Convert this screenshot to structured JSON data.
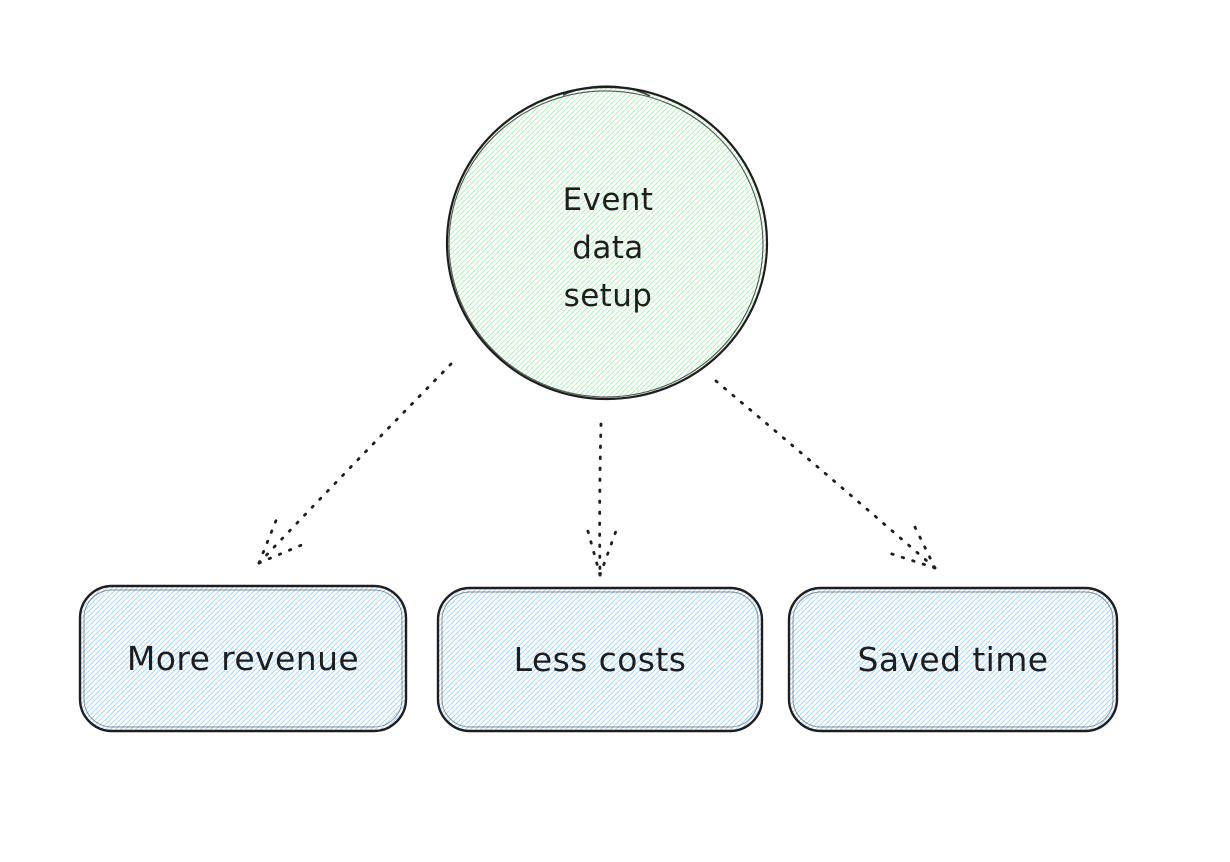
{
  "page": {
    "background_color": "#ffffff",
    "style": "hand-drawn-whiteboard"
  },
  "diagram": {
    "type": "flowchart",
    "root": {
      "id": "event-data-setup",
      "label": "Event\ndata\nsetup",
      "shape": "circle",
      "fill_style": "hachure",
      "fill_color": "#b2f2bb",
      "stroke_color": "#1e1e1e"
    },
    "children": [
      {
        "id": "more-revenue",
        "label": "More revenue",
        "shape": "rounded-rectangle",
        "fill_style": "hachure",
        "fill_color": "#a5d8ff",
        "stroke_color": "#1e1e1e"
      },
      {
        "id": "less-costs",
        "label": "Less costs",
        "shape": "rounded-rectangle",
        "fill_style": "hachure",
        "fill_color": "#a5d8ff",
        "stroke_color": "#1e1e1e"
      },
      {
        "id": "saved-time",
        "label": "Saved time",
        "shape": "rounded-rectangle",
        "fill_style": "hachure",
        "fill_color": "#a5d8ff",
        "stroke_color": "#1e1e1e"
      }
    ],
    "edges": [
      {
        "from": "event-data-setup",
        "to": "more-revenue",
        "line_style": "dotted",
        "arrowhead": "arrow",
        "color": "#1e1e1e"
      },
      {
        "from": "event-data-setup",
        "to": "less-costs",
        "line_style": "dotted",
        "arrowhead": "arrow",
        "color": "#1e1e1e"
      },
      {
        "from": "event-data-setup",
        "to": "saved-time",
        "line_style": "dotted",
        "arrowhead": "arrow",
        "color": "#1e1e1e"
      }
    ],
    "text_color": "#1e1e1e"
  }
}
